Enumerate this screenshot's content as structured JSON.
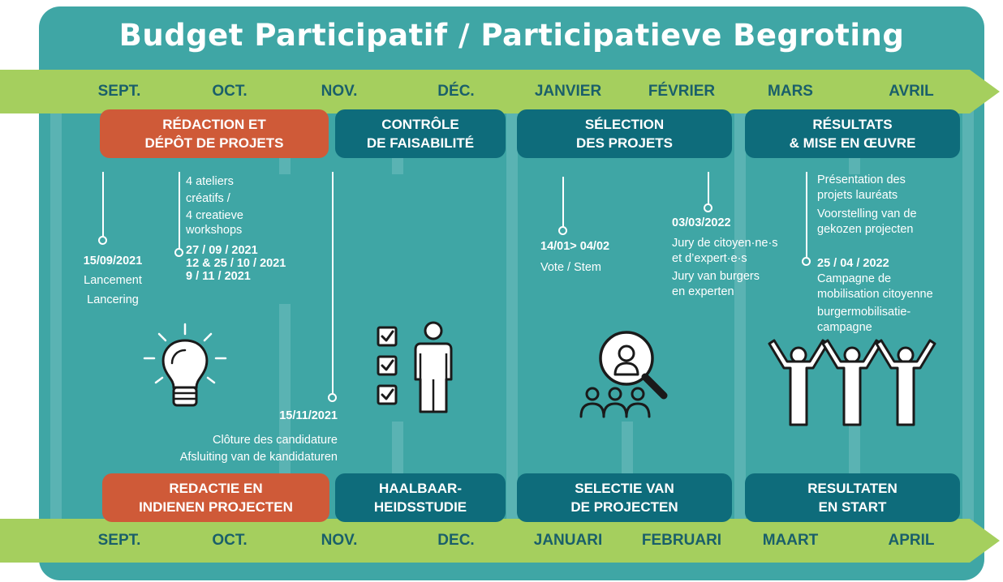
{
  "title": "Budget Participatif / Participatieve Begroting",
  "colors": {
    "panel": "#3fa6a5",
    "band": "#a5cf5e",
    "orange": "#cf5a38",
    "teal": "#0e6c7b",
    "month_text": "#1a5f6a"
  },
  "months_fr": [
    "SEPT.",
    "OCT.",
    "NOV.",
    "DÉC.",
    "JANVIER",
    "FÉVRIER",
    "MARS",
    "AVRIL"
  ],
  "months_nl": [
    "SEPT.",
    "OCT.",
    "NOV.",
    "DEC.",
    "JANUARI",
    "FEBRUARI",
    "MAART",
    "APRIL"
  ],
  "phases_fr": [
    {
      "line1": "RÉDACTION ET",
      "line2": "DÉPÔT DE PROJETS"
    },
    {
      "line1": "CONTRÔLE",
      "line2": "DE FAISABILITÉ"
    },
    {
      "line1": "SÉLECTION",
      "line2": "DES PROJETS"
    },
    {
      "line1": "RÉSULTATS",
      "line2": "& MISE EN ŒUVRE"
    }
  ],
  "phases_nl": [
    {
      "line1": "REDACTIE EN",
      "line2": "INDIENEN PROJECTEN"
    },
    {
      "line1": "HAALBAAR-",
      "line2": "HEIDSSTUDIE"
    },
    {
      "line1": "SELECTIE VAN",
      "line2": "DE PROJECTEN"
    },
    {
      "line1": "RESULTATEN",
      "line2": "EN START"
    }
  ],
  "events": {
    "launch": {
      "date": "15/09/2021",
      "fr": "Lancement",
      "nl": "Lancering"
    },
    "workshops": {
      "l1": "4 ateliers",
      "l2": "créatifs /",
      "l3": "4 creatieve",
      "l4": "workshops",
      "d1": "27 / 09 / 2021",
      "d2": "12 & 25 / 10 / 2021",
      "d3": "9 / 11 / 2021"
    },
    "closing": {
      "date": "15/11/2021",
      "fr": "Clôture des candidature",
      "nl": "Afsluiting van de kandidaturen"
    },
    "vote": {
      "date": "14/01> 04/02",
      "text": "Vote / Stem"
    },
    "jury": {
      "date": "03/03/2022",
      "l1": "Jury de citoyen·ne·s",
      "l2": "et d’expert·e·s",
      "l3": "Jury van burgers",
      "l4": "en experten"
    },
    "results": {
      "l1": "Présentation des",
      "l2": "projets lauréats",
      "l3": "Voorstelling van de",
      "l4": "gekozen projecten"
    },
    "campaign": {
      "date": "25 / 04 / 2022",
      "l1": "Campagne de",
      "l2": "mobilisation citoyenne",
      "l3": "burgermobilisatie-",
      "l4": "campagne"
    }
  },
  "icons": [
    "lightbulb-icon",
    "checklist-person-icon",
    "search-people-icon",
    "celebrating-people-icon"
  ]
}
